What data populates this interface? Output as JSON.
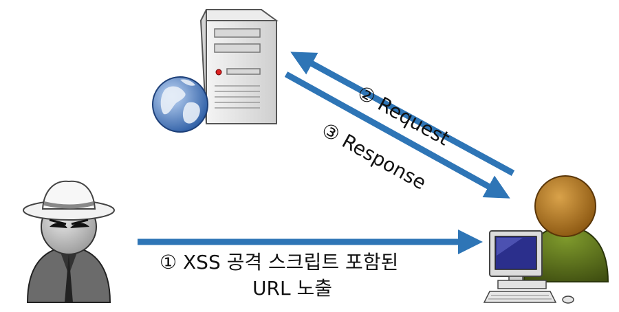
{
  "labels": {
    "request": "② Request",
    "response": "③ Response",
    "step1_line1": "① XSS 공격 스크립트 포함된",
    "step1_line2": "URL 노출"
  },
  "colors": {
    "arrow": "#2e75b6",
    "server_body": "#e6e6e6",
    "attacker_coat": "#6b6b6b",
    "victim_head": "#b87a1e",
    "victim_body": "#5b6f1c",
    "globe": "#4f7fc0",
    "monitor_screen": "#2b2f8c"
  },
  "icons": {
    "server": "web-server-globe-icon",
    "attacker": "spy-hacker-icon",
    "victim": "user-computer-icon"
  }
}
